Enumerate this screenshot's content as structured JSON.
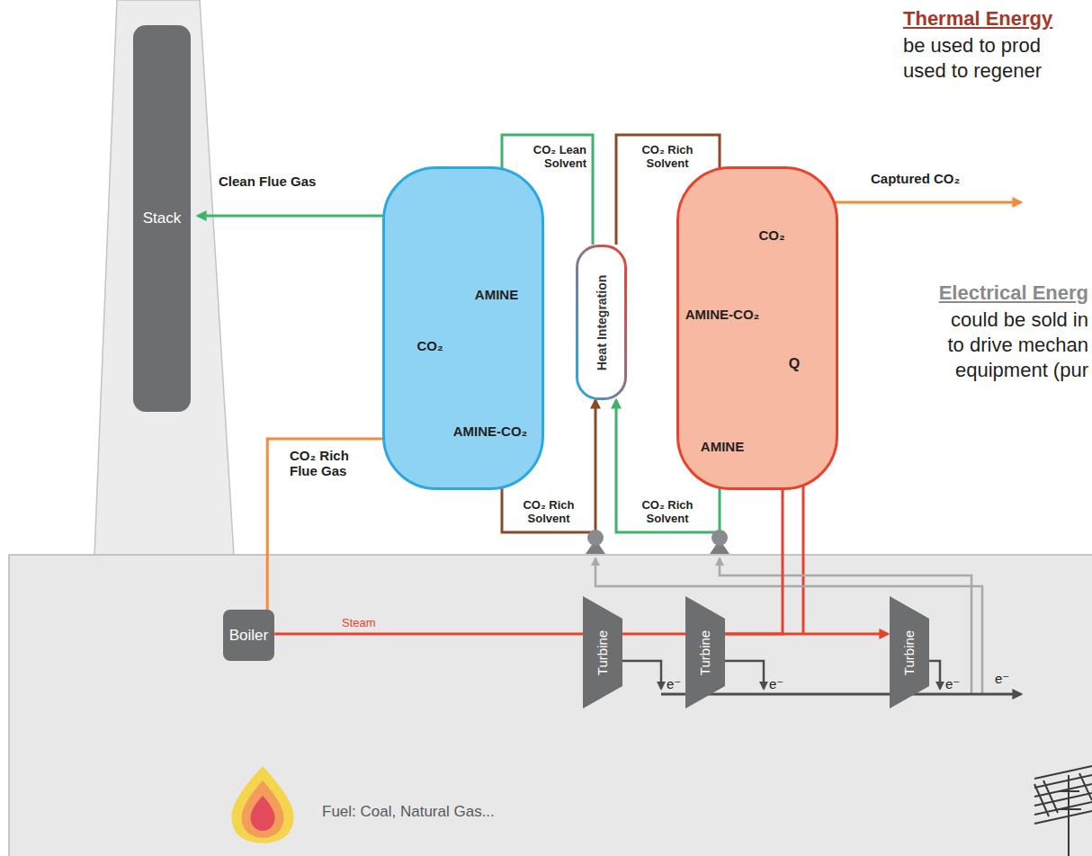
{
  "diagram": {
    "nodes": [
      {
        "text": [
          "Stack"
        ]
      },
      {
        "text": [
          "CO₂",
          "AMINE",
          "AMINE-CO₂"
        ]
      },
      {
        "text": [
          "Heat Integration"
        ]
      },
      {
        "text": [
          "CO₂",
          "AMINE-CO₂",
          "Q",
          "AMINE"
        ]
      },
      {
        "text": [
          "Boiler"
        ]
      },
      {
        "text": [
          "Turbine"
        ]
      },
      {
        "text": [
          "Turbine"
        ]
      },
      {
        "text": [
          "Turbine"
        ]
      }
    ],
    "edges": [
      {
        "from": 4,
        "to": 1,
        "arrow": "to",
        "label": "CO₂ Rich Flue Gas"
      },
      {
        "from": 1,
        "to": 0,
        "arrow": "to",
        "label": "Clean Flue Gas"
      },
      {
        "from": 1,
        "to": 2,
        "arrow": "to",
        "label": "CO₂ Rich Solvent"
      },
      {
        "from": 2,
        "to": 1,
        "arrow": "to",
        "label": "CO₂ Lean Solvent"
      },
      {
        "from": 2,
        "to": 3,
        "arrow": "to",
        "label": "CO₂ Rich Solvent"
      },
      {
        "from": 3,
        "to": 2,
        "arrow": "to",
        "label": "CO₂ Rich Solvent"
      },
      {
        "from": 4,
        "to": 5,
        "arrow": "none",
        "label": "Steam"
      },
      {
        "from": 5,
        "to": 6,
        "arrow": "none"
      },
      {
        "from": 6,
        "to": 7,
        "arrow": "to"
      },
      {
        "from": 6,
        "to": 3,
        "arrow": "none"
      }
    ],
    "labels": [
      "Captured CO₂",
      "e⁻",
      "e⁻",
      "e⁻",
      "e⁻",
      "Fuel: Coal, Natural Gas...",
      "Thermal Energy",
      "be used to prod",
      "used to regener",
      "Electrical Energ",
      "could be sold in",
      "to drive mechan",
      "equipment (pur"
    ]
  }
}
